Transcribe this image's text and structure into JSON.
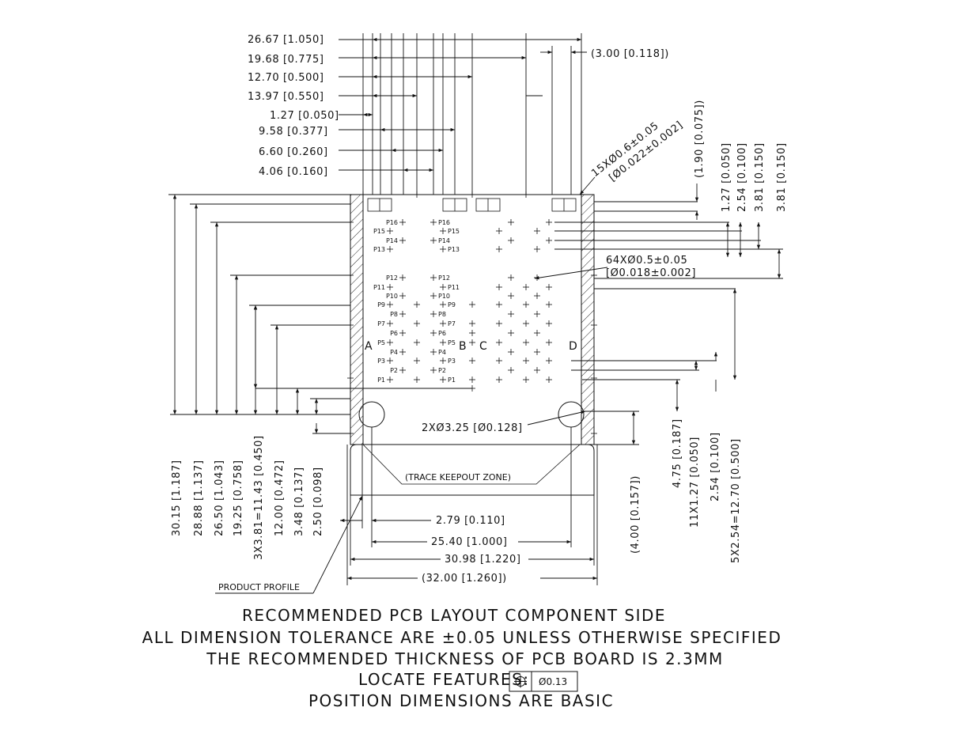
{
  "top_dims": [
    "26.67 [1.050]",
    "19.68 [0.775]",
    "12.70 [0.500]",
    "13.97 [0.550]",
    "1.27 [0.050]",
    "9.58 [0.377]",
    "6.60 [0.260]",
    "4.06 [0.160]"
  ],
  "top_right_dim": "(3.00 [0.118])",
  "hole_callout": {
    "line1": "15XØ0.6±0.05",
    "line2": "[Ø0.022±0.002]"
  },
  "right_upper_dims": [
    "(1.90 [0.075])",
    "1.27 [0.050]",
    "2.54 [0.100]",
    "3.81 [0.150]",
    "3.81 [0.150]"
  ],
  "pad_callout": {
    "line1": "64XØ0.5±0.05",
    "line2": "[Ø0.018±0.002]"
  },
  "left_dims": [
    "30.15 [1.187]",
    "28.88 [1.137]",
    "26.50 [1.043]",
    "19.25 [0.758]",
    "3X3.81=11.43 [0.450]",
    "12.00 [0.472]",
    "3.48 [0.137]",
    "2.50 [0.098]"
  ],
  "right_lower_dims": [
    "(4.00 [0.157])",
    "4.75 [0.187]",
    "11X1.27 [0.050]",
    "2.54 [0.100]",
    "5X2.54=12.70 [0.500]"
  ],
  "bottom_dims": [
    "2.79 [0.110]",
    "25.40 [1.000]",
    "30.98 [1.220]",
    "(32.00 [1.260])"
  ],
  "mount_hole_callout": "2XØ3.25 [Ø0.128]",
  "trace_keepout": "(TRACE KEEPOUT ZONE)",
  "product_profile": "PRODUCT PROFILE",
  "columns": [
    "A",
    "B",
    "C",
    "D"
  ],
  "pins_left": [
    "P16",
    "P15",
    "P14",
    "P13",
    "P12",
    "P11",
    "P10",
    "P9",
    "P8",
    "P7",
    "P6",
    "P5",
    "P4",
    "P3",
    "P2",
    "P1"
  ],
  "pins_b": [
    "P16",
    "P15",
    "P14",
    "P13",
    "P12",
    "P11",
    "P10",
    "P9",
    "P8",
    "P7",
    "P6",
    "P5",
    "P4",
    "P3",
    "P2",
    "P1"
  ],
  "notes": {
    "line1": "RECOMMENDED PCB LAYOUT COMPONENT SIDE",
    "line2": "ALL DIMENSION TOLERANCE ARE ±0.05 UNLESS OTHERWISE SPECIFIED",
    "line3": "THE RECOMMENDED THICKNESS OF PCB BOARD IS 2.3MM",
    "line4_label": "LOCATE FEATURES:",
    "fcf_value": "Ø0.13",
    "line5": "POSITION DIMENSIONS ARE BASIC"
  }
}
